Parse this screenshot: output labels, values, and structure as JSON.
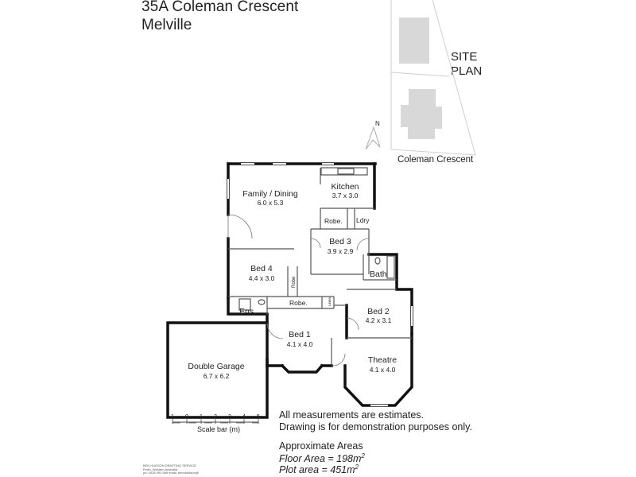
{
  "header": {
    "address": "35A Coleman Crescent",
    "suburb": "Melville"
  },
  "site_plan": {
    "label_line1": "SITE",
    "label_line2": "PLAN",
    "street": "Coleman Crescent"
  },
  "rooms": [
    {
      "key": "kitchen",
      "name": "Kitchen",
      "size": "3.7 x 3.0"
    },
    {
      "key": "family",
      "name": "Family / Dining",
      "size": "6.0 x 5.3"
    },
    {
      "key": "bed3",
      "name": "Bed 3",
      "size": "3.9 x 2.9"
    },
    {
      "key": "bed4",
      "name": "Bed 4",
      "size": "4.4 x 3.0"
    },
    {
      "key": "bed2",
      "name": "Bed 2",
      "size": "4.2 x 3.1"
    },
    {
      "key": "bed1",
      "name": "Bed 1",
      "size": "4.1 x 4.0"
    },
    {
      "key": "theatre",
      "name": "Theatre",
      "size": "4.1 x 4.0"
    },
    {
      "key": "garage",
      "name": "Double Garage",
      "size": "6.7 x 6.2"
    }
  ],
  "small_labels": {
    "robe_top": "Robe.",
    "laundry": "Ldry",
    "bath": "Bath",
    "robe_mid": "Robe.",
    "robe_vertical": "Robe",
    "ensuite": "Ens.",
    "linen": "Linen"
  },
  "scale_bar": {
    "ticks": [
      "1",
      "0",
      "1",
      "2",
      "3",
      "4",
      "5"
    ],
    "label": "Scale bar (m)"
  },
  "notes": [
    "All measurements are estimates.",
    "Drawing is for demonstration purposes only."
  ],
  "areas": {
    "heading": "Approximate Areas",
    "floor_label": "Floor Area = 198m",
    "plot_label": "Plot area = 451m",
    "unit_sup": "2"
  },
  "footer": {
    "line1": "BEN HUDSON DRAFTING SERVICE",
    "line2": "Perth, Western Australia",
    "line3": "ph:  0428 993 589   email: benchudson@"
  }
}
